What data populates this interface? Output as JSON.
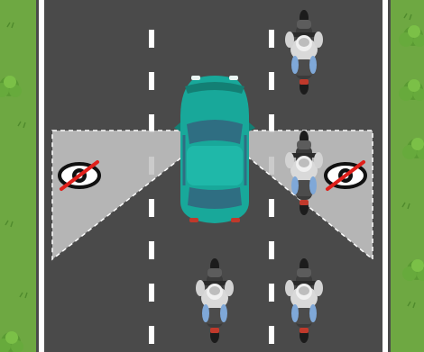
{
  "scene": {
    "description_labels": [],
    "colors": {
      "grass": "#6ea842",
      "grass_dark": "#4f8a2d",
      "road": "#4a4a4a",
      "edge_line": "#ffffff",
      "lane_dash": "#ffffff",
      "car_body": "#18a89a",
      "car_glass": "#2f6e82",
      "blind_zone": "#b8b8b8",
      "no_see_slash": "#e0201b"
    },
    "icons": {
      "left_blind_spot": "eye-crossed-icon",
      "right_blind_spot": "eye-crossed-icon"
    },
    "vehicles": {
      "car": "teal-car",
      "motorcycles": [
        "top-right-motorcycle",
        "right-blind-spot-motorcycle",
        "bottom-center-motorcycle",
        "bottom-right-motorcycle"
      ]
    }
  }
}
